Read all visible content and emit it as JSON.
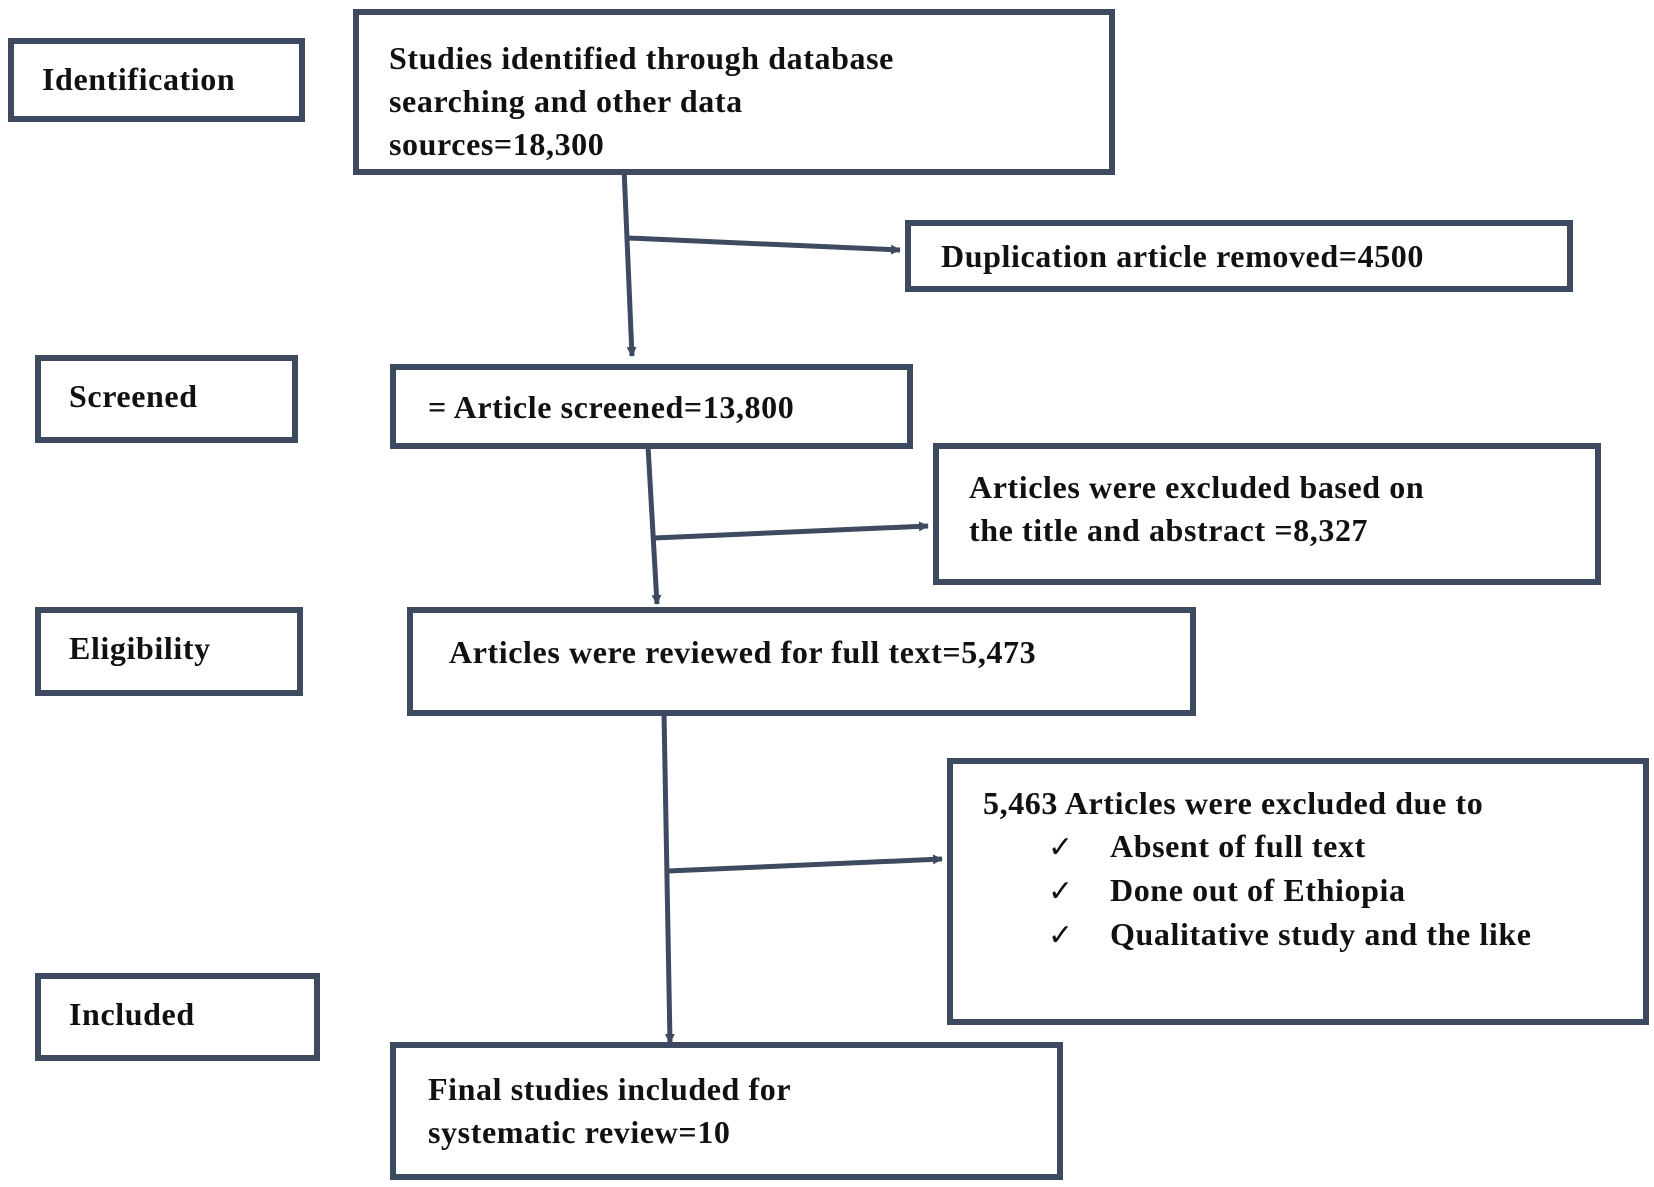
{
  "stages": {
    "identification": "Identification",
    "screened": "Screened",
    "eligibility": "Eligibility",
    "included": "Included"
  },
  "boxes": {
    "identified_line1": "Studies identified through database",
    "identified_line2": "searching and other data",
    "identified_line3": "sources=18,300",
    "duplicates": "Duplication article removed=4500",
    "screened": "= Article screened=13,800",
    "excluded_title_line1": "Articles were excluded based on",
    "excluded_title_line2": "the title and abstract =8,327",
    "fulltext": "Articles were reviewed for full text=5,473",
    "excluded_full_header": "5,463 Articles were excluded due to",
    "excluded_full_reasons": [
      "Absent of full text",
      "Done out of Ethiopia",
      "Qualitative study and the like"
    ],
    "final_line1": "Final studies included for",
    "final_line2": "systematic review=10"
  },
  "check_glyph": "✓",
  "colors": {
    "border": "#3d4a60",
    "arrow": "#3d4a60",
    "text": "#111111"
  }
}
